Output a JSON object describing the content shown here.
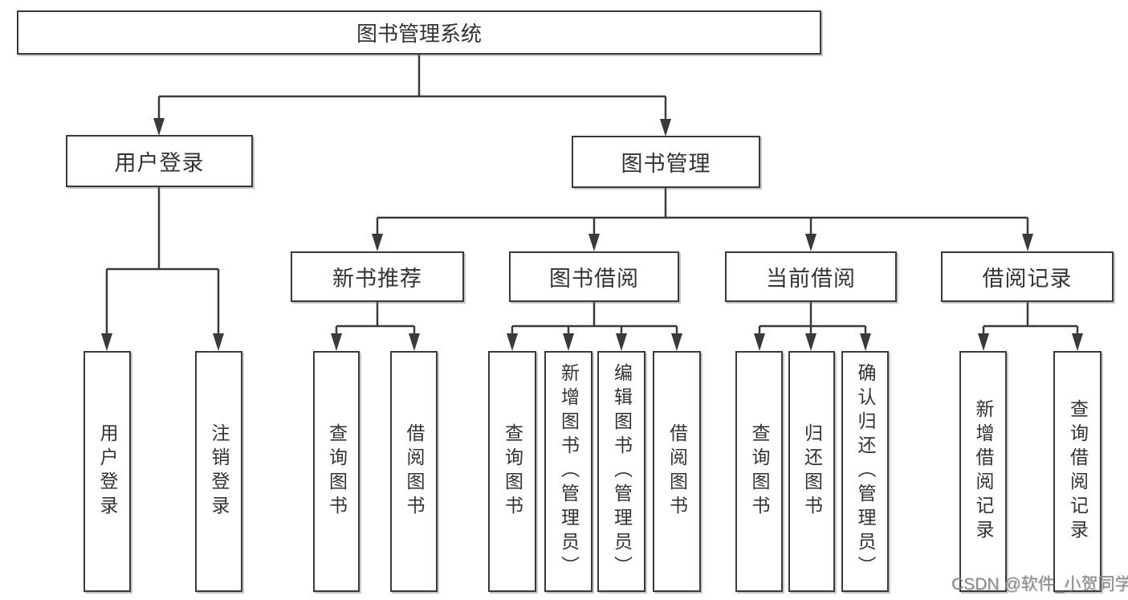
{
  "diagram_title": "图书管理系统",
  "tree": {
    "root": {
      "label": "图书管理系统"
    },
    "branches": [
      {
        "label": "用户登录",
        "children": [
          {
            "label": "用户登录"
          },
          {
            "label": "注销登录"
          }
        ]
      },
      {
        "label": "图书管理",
        "children": [
          {
            "label": "新书推荐",
            "children": [
              {
                "label": "查询图书"
              },
              {
                "label": "借阅图书"
              }
            ]
          },
          {
            "label": "图书借阅",
            "children": [
              {
                "label": "查询图书"
              },
              {
                "label": "新增图书（管理员）"
              },
              {
                "label": "编辑图书（管理员）"
              },
              {
                "label": "借阅图书"
              }
            ]
          },
          {
            "label": "当前借阅",
            "children": [
              {
                "label": "查询图书"
              },
              {
                "label": "归还图书"
              },
              {
                "label": "确认归还（管理员）"
              }
            ]
          },
          {
            "label": "借阅记录",
            "children": [
              {
                "label": "新增借阅记录"
              },
              {
                "label": "查询借阅记录"
              }
            ]
          }
        ]
      }
    ]
  },
  "watermark": "CSDN @软件_小贺同学",
  "colors": {
    "line": "#3a3a3a",
    "box_border": "#3a3a3a",
    "box_fill": "#ffffff",
    "text": "#333333",
    "watermark": "#8d8d8d"
  }
}
